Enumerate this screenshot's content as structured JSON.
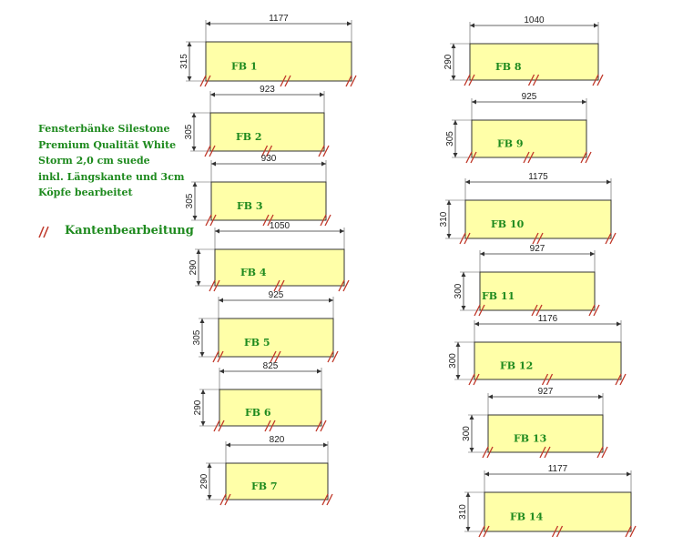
{
  "description": {
    "lines": [
      "Fensterbänke Silestone",
      "Premium Qualität White",
      "Storm 2,0 cm suede",
      "inkl. Längskante und 3cm",
      "Köpfe bearbeitet"
    ]
  },
  "legend": {
    "label": "Kantenbearbeitung",
    "symbol": "//"
  },
  "colors": {
    "board_fill": "#ffffa8",
    "label_text": "#1e8a1e",
    "edge_mark": "#c0392b"
  },
  "boards": [
    {
      "id": "fb-1",
      "label": "FB 1",
      "length": "1177",
      "depth": "315"
    },
    {
      "id": "fb-2",
      "label": "FB 2",
      "length": "923",
      "depth": "305"
    },
    {
      "id": "fb-3",
      "label": "FB 3",
      "length": "930",
      "depth": "305"
    },
    {
      "id": "fb-4",
      "label": "FB 4",
      "length": "1050",
      "depth": "290"
    },
    {
      "id": "fb-5",
      "label": "FB 5",
      "length": "925",
      "depth": "305"
    },
    {
      "id": "fb-6",
      "label": "FB 6",
      "length": "825",
      "depth": "290"
    },
    {
      "id": "fb-7",
      "label": "FB 7",
      "length": "820",
      "depth": "290"
    },
    {
      "id": "fb-8",
      "label": "FB 8",
      "length": "1040",
      "depth": "290"
    },
    {
      "id": "fb-9",
      "label": "FB 9",
      "length": "925",
      "depth": "305"
    },
    {
      "id": "fb-10",
      "label": "FB 10",
      "length": "1175",
      "depth": "310"
    },
    {
      "id": "fb-11",
      "label": "FB 11",
      "length": "927",
      "depth": "300"
    },
    {
      "id": "fb-12",
      "label": "FB 12",
      "length": "1176",
      "depth": "300"
    },
    {
      "id": "fb-13",
      "label": "FB 13",
      "length": "927",
      "depth": "300"
    },
    {
      "id": "fb-14",
      "label": "FB 14",
      "length": "1177",
      "depth": "310"
    }
  ]
}
